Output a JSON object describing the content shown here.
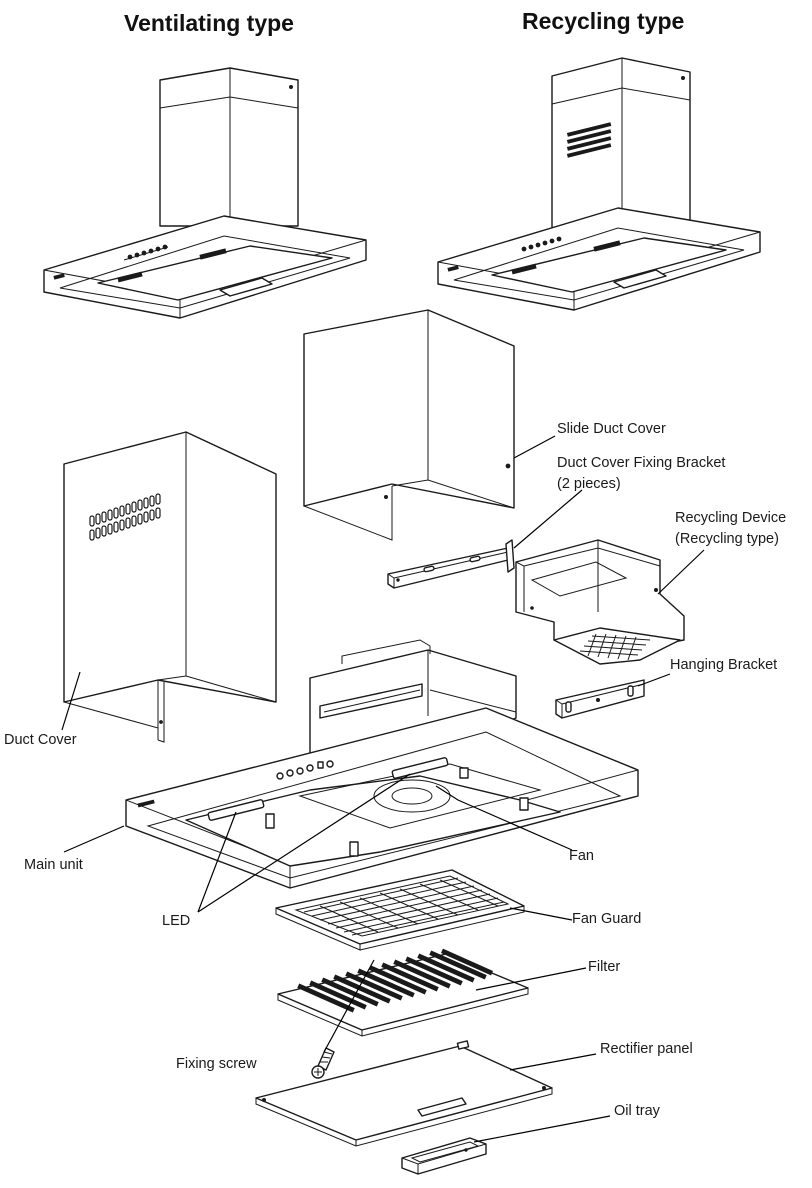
{
  "titles": {
    "ventilating": "Ventilating type",
    "recycling": "Recycling type"
  },
  "labels": {
    "slide_duct_cover": "Slide Duct Cover",
    "duct_cover_fixing_bracket": "Duct Cover Fixing Bracket",
    "duct_cover_fixing_bracket_qty": "(2 pieces)",
    "recycling_device": "Recycling Device",
    "recycling_device_note": "(Recycling type)",
    "hanging_bracket": "Hanging Bracket",
    "duct_cover": "Duct Cover",
    "main_unit": "Main unit",
    "fan": "Fan",
    "led": "LED",
    "fan_guard": "Fan Guard",
    "filter": "Filter",
    "fixing_screw": "Fixing screw",
    "rectifier_panel": "Rectifier panel",
    "oil_tray": "Oil tray"
  }
}
